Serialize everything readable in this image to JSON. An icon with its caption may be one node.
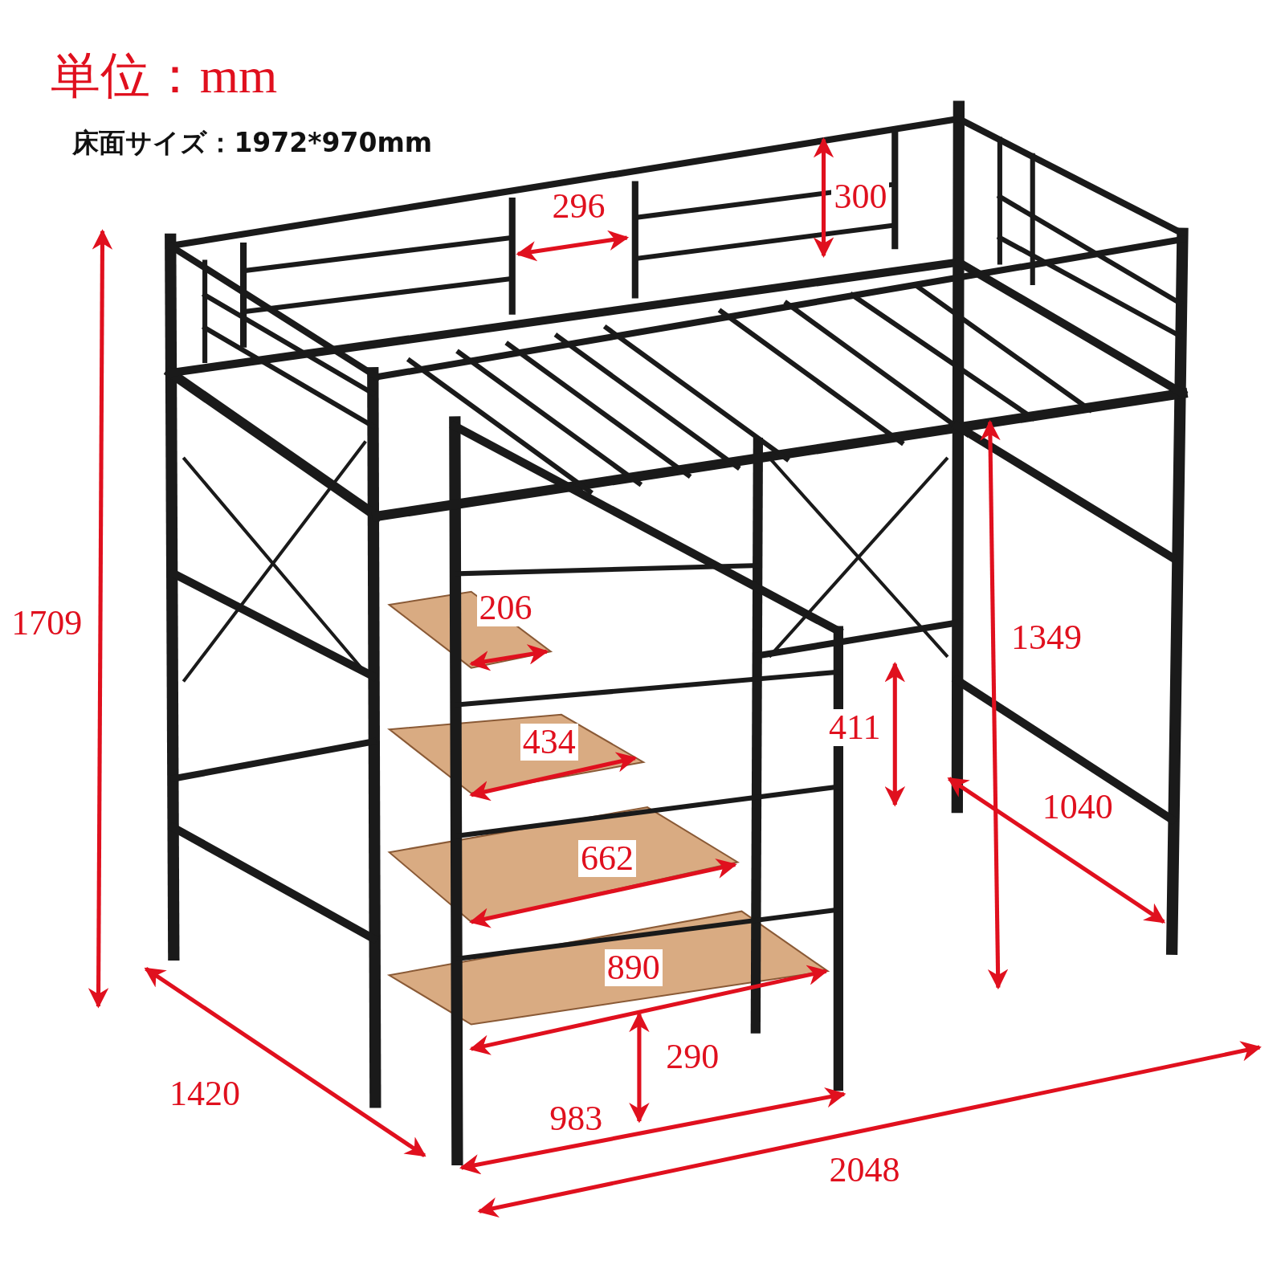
{
  "diagram": {
    "labels": [
      "単位：mm",
      "床面サイズ：1972*970mm",
      "296",
      "300",
      "1709",
      "206",
      "1349",
      "434",
      "411",
      "1040",
      "662",
      "890",
      "290",
      "1420",
      "983",
      "2048"
    ]
  }
}
